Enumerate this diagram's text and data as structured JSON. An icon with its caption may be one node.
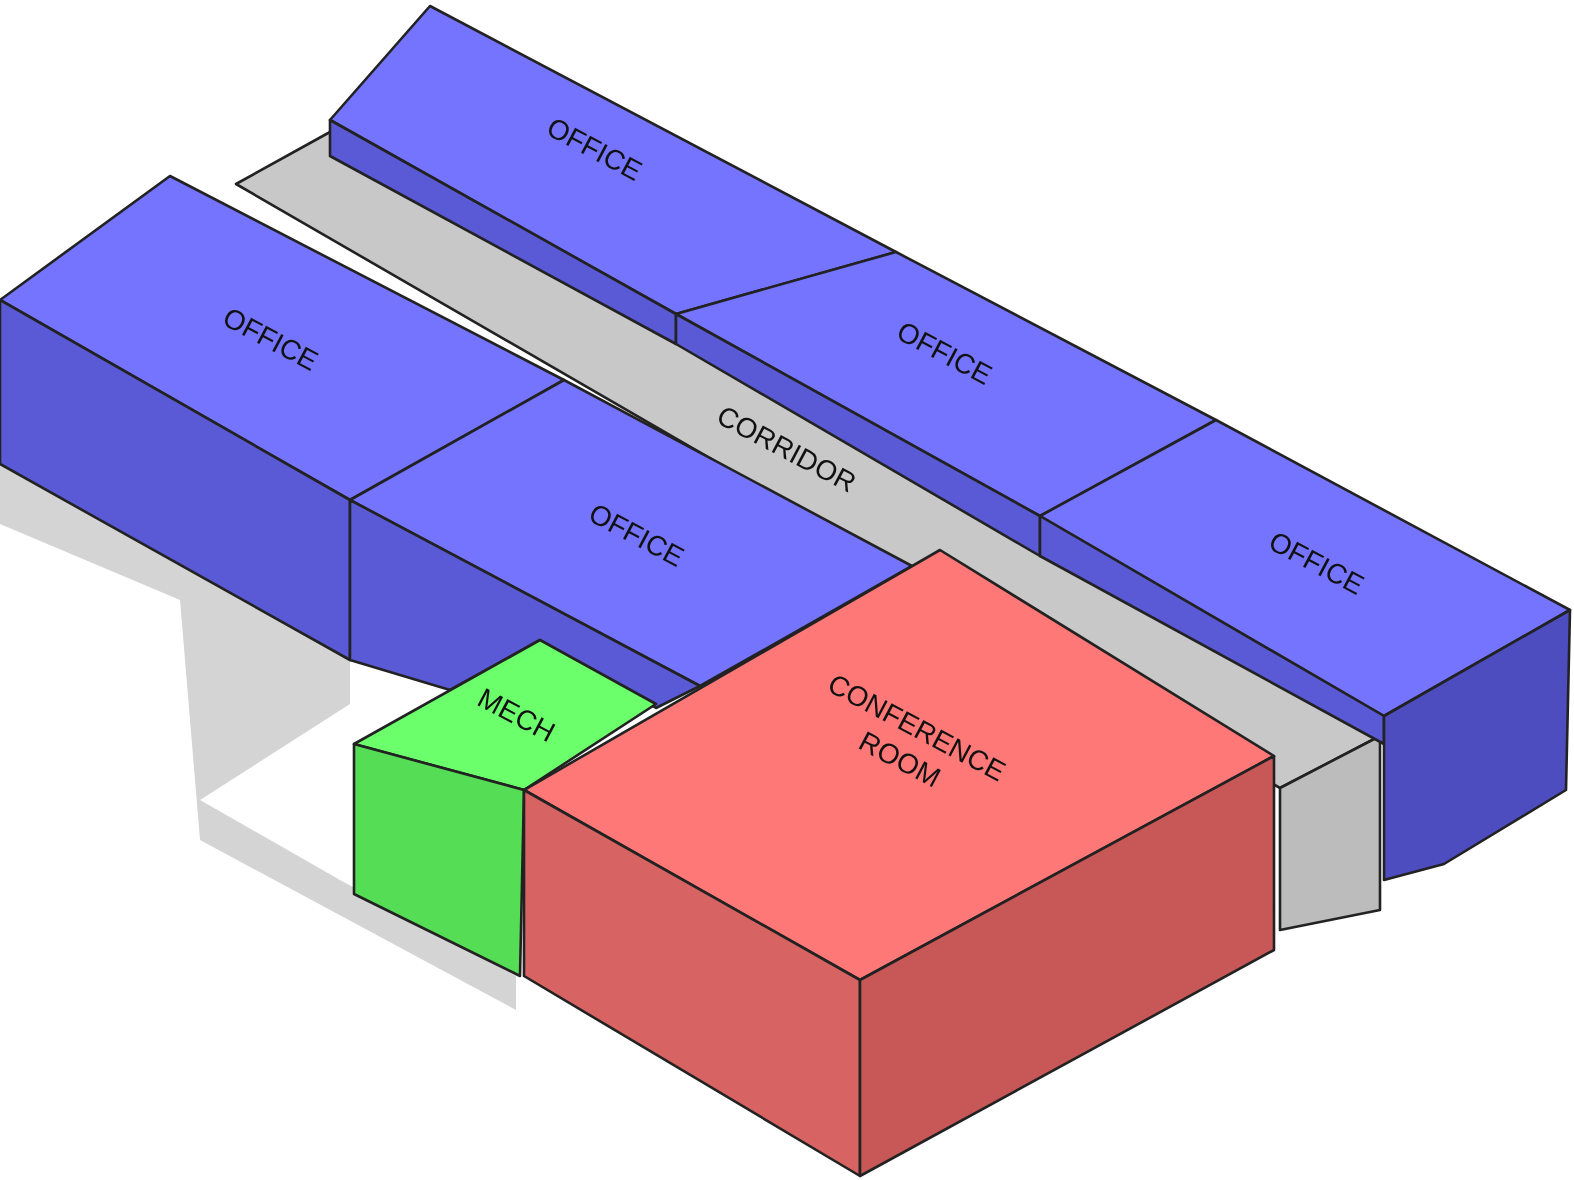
{
  "diagram": {
    "nodes": [
      {
        "text": [
          "OFFICE"
        ]
      },
      {
        "text": [
          "OFFICE"
        ]
      },
      {
        "text": [
          "OFFICE"
        ]
      },
      {
        "text": [
          "CORRIDOR"
        ]
      },
      {
        "text": [
          "OFFICE"
        ]
      },
      {
        "text": [
          "OFFICE"
        ]
      },
      {
        "text": [
          "MECH"
        ]
      },
      {
        "text": [
          "CONFERENCE ROOM"
        ]
      }
    ]
  }
}
